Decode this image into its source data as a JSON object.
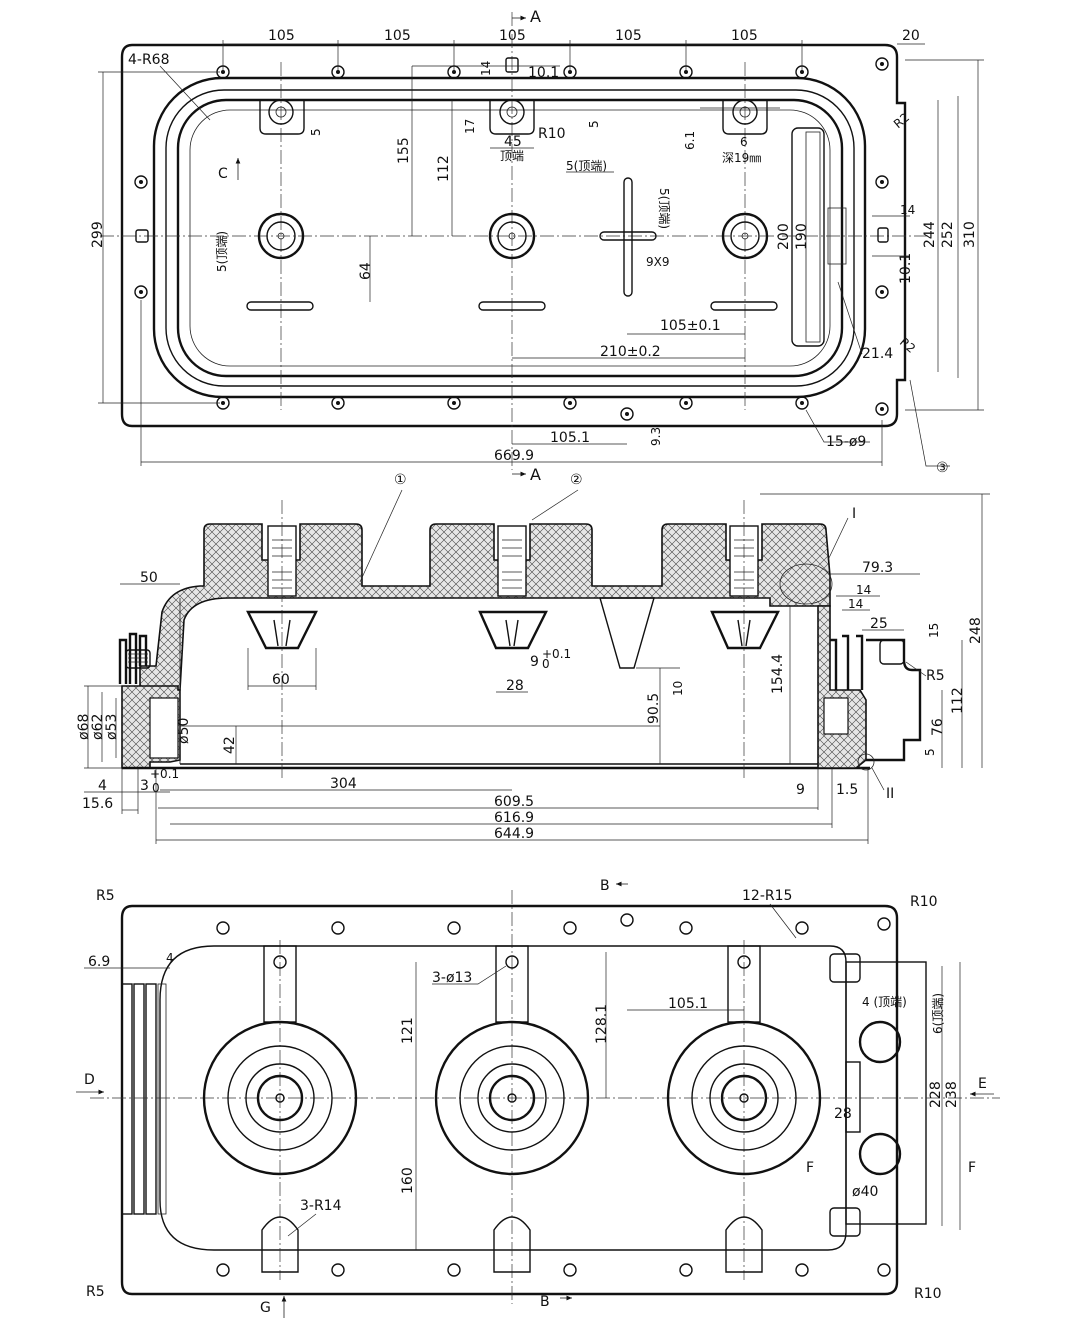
{
  "top_view": {
    "section_label": "A",
    "dims_top": [
      "105",
      "105",
      "105",
      "105",
      "105",
      "20"
    ],
    "corner_note": "4-R68",
    "label_14": "14",
    "label_10_1": "10.1",
    "label_17": "17",
    "label_45": "45",
    "label_R10": "R10",
    "label_dingduan": "顶端",
    "label_5a": "5",
    "label_5b": "5",
    "label_6_1": "6.1",
    "label_6": "6",
    "label_depth": "深19㎜",
    "label_155": "155",
    "label_112": "112",
    "label_5_top1": "5(顶端)",
    "label_5_top2": "5(顶端)",
    "label_5_top3": "5(顶端)",
    "label_64": "64",
    "label_9x9": "9X9",
    "label_200": "200",
    "label_190": "190",
    "label_14b": "14",
    "label_10_1b": "10.1",
    "label_244": "244",
    "label_252": "252",
    "label_310": "310",
    "label_299": "299",
    "label_R2a": "R2",
    "label_R2b": "R2",
    "label_105_01": "105±0.1",
    "label_210_02": "210±0.2",
    "label_21_4": "21.4",
    "label_105_1": "105.1",
    "label_9_3": "9.3",
    "label_15_holes": "15-ø9",
    "label_669_9": "669.9",
    "label_C": "C",
    "circled_3": "③"
  },
  "side_view": {
    "section_label": "A",
    "circled_1": "①",
    "circled_2": "②",
    "label_I": "I",
    "label_II": "II",
    "label_50": "50",
    "label_79_3": "79.3",
    "label_14a": "14",
    "label_14b": "14",
    "label_25": "25",
    "label_15": "15",
    "label_248": "248",
    "label_R5": "R5",
    "label_112": "112",
    "label_76": "76",
    "label_5": "5",
    "label_60": "60",
    "label_28": "28",
    "label_9": "9",
    "label_9_tol": "+0.1",
    "label_9_tol0": "0",
    "label_10": "10",
    "label_154_4": "154.4",
    "label_90_5": "90.5",
    "label_42": "42",
    "label_d68": "ø68",
    "label_d62": "ø62",
    "label_d53": "ø53",
    "label_d50": "ø50",
    "label_4": "4",
    "label_3": "3",
    "label_3_tol": "+0.1",
    "label_3_tol0": "0",
    "label_15_6": "15.6",
    "label_304": "304",
    "label_609_5": "609.5",
    "label_616_9": "616.9",
    "label_644_9": "644.9",
    "label_9b": "9",
    "label_1_5": "1.5"
  },
  "bottom_view": {
    "label_B_top": "B",
    "label_B_bottom": "B",
    "label_R5a": "R5",
    "label_R5b": "R5",
    "label_12_R15": "12-R15",
    "label_R10a": "R10",
    "label_R10b": "R10",
    "label_6_9": "6.9",
    "label_4a": "4",
    "label_3_d13": "3-ø13",
    "label_105_1": "105.1",
    "label_4_top": "4 (顶端)",
    "label_6_top": "6(顶端)",
    "label_121": "121",
    "label_128_1": "128.1",
    "label_160": "160",
    "label_228": "228",
    "label_238": "238",
    "label_28": "28",
    "label_d40": "ø40",
    "label_D": "D",
    "label_E": "E",
    "label_F1": "F",
    "label_F2": "F",
    "label_G": "G",
    "label_3_R14": "3-R14"
  }
}
